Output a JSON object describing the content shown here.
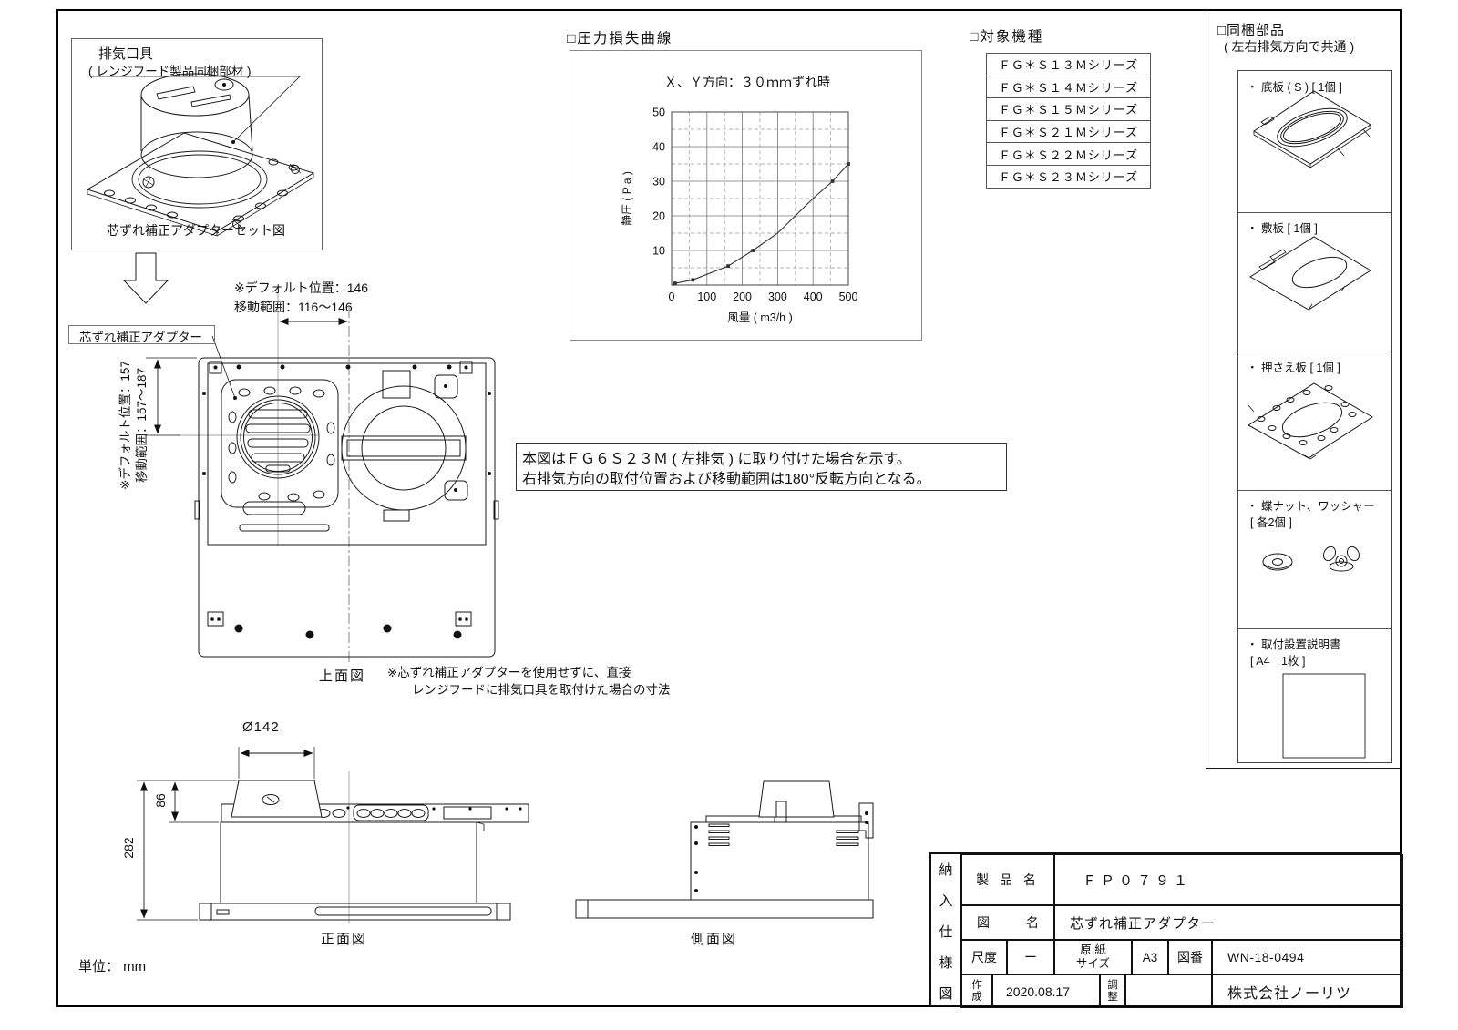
{
  "page": {
    "unit_label": "単位： mm"
  },
  "iso_box": {
    "label1": "排気口具",
    "label2": "( レンジフード製品同梱部材 )",
    "caption": "芯ずれ補正アダプターセット図"
  },
  "adapter_tag": "芯ずれ補正アダプター",
  "top_view": {
    "caption": "上面図",
    "note1": "※芯ずれ補正アダプターを使用せずに、直接",
    "note2": "レンジフードに排気口具を取付けた場合の寸法",
    "dim_x_default": "※デフォルト位置：146",
    "dim_x_range": "移動範囲：116～146",
    "dim_y_default": "※デフォルト位置：157",
    "dim_y_range": "移動範囲：157～187"
  },
  "note_box": {
    "line1": "本図はＦＧ６Ｓ２３Ｍ ( 左排気 ) に取り付けた場合を示す。",
    "line2": "右排気方向の取付位置および移動範囲は180°反転方向となる。"
  },
  "pressure_chart": {
    "section_title": "□圧力損失曲線",
    "subtitle": "Ｘ、Ｙ方向：３０ｍｍずれ時"
  },
  "chart_data": {
    "type": "line",
    "title": "圧力損失曲線",
    "subtitle": "X、Y方向：30mmずれ時",
    "xlabel": "風量 ( m3/h )",
    "ylabel": "静圧 ( P a )",
    "xlim": [
      0,
      500
    ],
    "ylim": [
      0,
      50
    ],
    "x_major": 100,
    "x_minor": 50,
    "y_major": 10,
    "y_minor": 5,
    "grid": "major-solid, minor-dashed",
    "x": [
      10,
      60,
      160,
      230,
      300,
      350,
      400,
      455,
      500
    ],
    "y": [
      0.5,
      1.5,
      5.5,
      10,
      15,
      20,
      25,
      30,
      35
    ],
    "marker_idx": [
      0,
      1,
      2,
      3,
      7,
      8
    ]
  },
  "models": {
    "section_title": "□対象機種",
    "items": [
      "ＦＧ＊Ｓ１３Ｍシリーズ",
      "ＦＧ＊Ｓ１４Ｍシリーズ",
      "ＦＧ＊Ｓ１５Ｍシリーズ",
      "ＦＧ＊Ｓ２１Ｍシリーズ",
      "ＦＧ＊Ｓ２２Ｍシリーズ",
      "ＦＧ＊Ｓ２３Ｍシリーズ"
    ]
  },
  "included_parts": {
    "title1": "□同梱部品",
    "title2": "( 左右排気方向で共通 )",
    "items": [
      {
        "label1": "・ 底板 ( S ) [ 1個 ]",
        "label2": ""
      },
      {
        "label1": "・ 敷板 [ 1個 ]",
        "label2": ""
      },
      {
        "label1": "・ 押さえ板 [ 1個 ]",
        "label2": ""
      },
      {
        "label1": "・ 蝶ナット、ワッシャー",
        "label2": "[ 各2個 ]"
      },
      {
        "label1": "・ 取付設置説明書",
        "label2": "[ A4　1枚 ]"
      }
    ]
  },
  "front_view": {
    "caption": "正面図",
    "dim_diameter": "Ø142",
    "dim_collar_height": "86",
    "dim_total_height": "282"
  },
  "side_view": {
    "caption": "側面図"
  },
  "title_block": {
    "doc_type_chars": [
      "納",
      "入",
      "仕",
      "様",
      "図"
    ],
    "product_label": "製 品 名",
    "product_value": "ＦＰ０７９１",
    "name_label_left": "図",
    "name_label_right": "名",
    "name_value": "芯ずれ補正アダプター",
    "scale_label": "尺度",
    "scale_value": "ー",
    "paper_label1": "原 紙",
    "paper_label2": "サイズ",
    "paper_value": "A3",
    "dwg_no_label": "図番",
    "dwg_no_value": "WN-18-0494",
    "created_label1": "作",
    "created_label2": "成",
    "created_value": "2020.08.17",
    "adjust_label1": "調",
    "adjust_label2": "整",
    "adjust_value": "",
    "company": "株式会社ノーリツ"
  }
}
